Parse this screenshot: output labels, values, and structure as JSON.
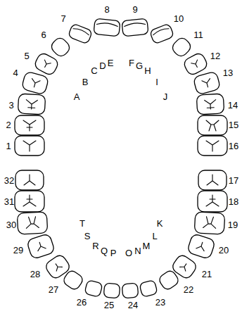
{
  "diagram": {
    "labels": [
      "1",
      "2",
      "3",
      "4",
      "5",
      "6",
      "7",
      "8",
      "9",
      "10",
      "11",
      "12",
      "13",
      "14",
      "15",
      "16",
      "17",
      "18",
      "19",
      "20",
      "21",
      "22",
      "23",
      "24",
      "25",
      "26",
      "27",
      "28",
      "29",
      "30",
      "31",
      "32",
      "A",
      "B",
      "C",
      "D",
      "E",
      "F",
      "G",
      "H",
      "I",
      "J",
      "K",
      "L",
      "M",
      "N",
      "O",
      "P",
      "Q",
      "R",
      "S",
      "T"
    ]
  }
}
